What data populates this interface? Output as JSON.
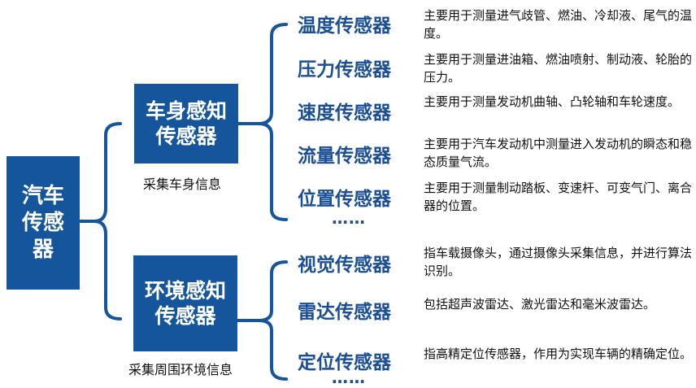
{
  "root": {
    "label": "汽车传感器"
  },
  "categories": [
    {
      "label": "车身感知传感器",
      "caption": "采集车身信息",
      "sensors": [
        {
          "name": "温度传感器",
          "desc": "主要用于测量进气歧管、燃油、冷却液、尾气的温度。"
        },
        {
          "name": "压力传感器",
          "desc": "主要用于测量进油箱、燃油喷射、制动液、轮胎的压力。"
        },
        {
          "name": "速度传感器",
          "desc": "主要用于测量发动机曲轴、凸轮轴和车轮速度。"
        },
        {
          "name": "流量传感器",
          "desc": "主要用于汽车发动机中测量进入发动机的瞬态和稳态质量气流。"
        },
        {
          "name": "位置传感器",
          "desc": "主要用于测量制动踏板、变速杆、可变气门、离合器的位置。"
        }
      ],
      "ellipsis": "……"
    },
    {
      "label": "环境感知传感器",
      "caption": "采集周围环境信息",
      "sensors": [
        {
          "name": "视觉传感器",
          "desc": "指车载摄像头，通过摄像头采集信息，并进行算法识别。"
        },
        {
          "name": "雷达传感器",
          "desc": "包括超声波雷达、激光雷达和毫米波雷达。"
        },
        {
          "name": "定位传感器",
          "desc": "指高精定位传感器，作用为实现车辆的精确定位。"
        }
      ],
      "ellipsis": "……"
    }
  ],
  "colors": {
    "box_fill": "#15559c",
    "box_text": "#ffffff",
    "sensor_name": "#1a4f96",
    "bracket": "#15559c",
    "desc_text": "#111111"
  }
}
